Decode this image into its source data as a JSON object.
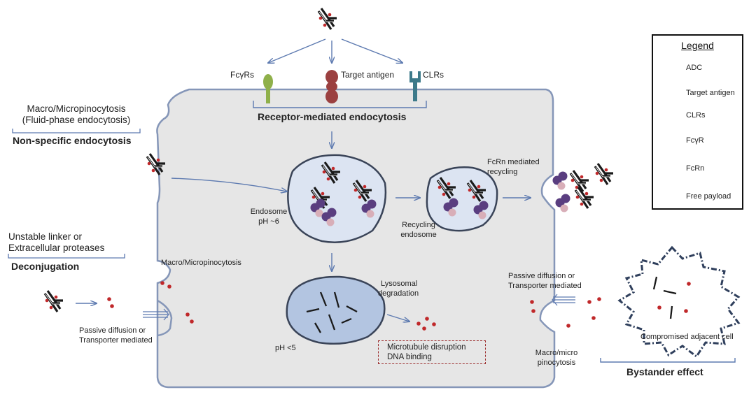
{
  "receptors": {
    "fcgr": "FcγRs",
    "target": "Target antigen",
    "clr": "CLRs"
  },
  "receptor_mediated": "Receptor-mediated endocytosis",
  "nonspecific": {
    "line1": "Macro/Micropinocytosis",
    "line2": "(Fluid-phase endocytosis)",
    "title": "Non-specific endocytosis"
  },
  "deconj": {
    "line1": "Unstable linker or",
    "line2": "Extracellular proteases",
    "title": "Deconjugation"
  },
  "macro_left": "Macro/Micropinocytosis",
  "passive_left": {
    "line1": "Passive diffusion or",
    "line2": "Transporter mediated"
  },
  "endosome": {
    "line1": "Endosome",
    "line2": "pH ~6"
  },
  "recycling": {
    "line1": "Recycling",
    "line2": "endosome"
  },
  "fcrn_mediated": {
    "line1": "FcRn mediated",
    "line2": "recycling"
  },
  "lysosomal": {
    "line1": "Lysosomal",
    "line2": "degradation"
  },
  "ph5": "pH <5",
  "mechanism": {
    "line1": "Microtubule  disruption",
    "line2": "DNA binding"
  },
  "passive_right": {
    "line1": "Passive diffusion or",
    "line2": "Transporter mediated"
  },
  "macro_right": {
    "line1": "Macro/micro",
    "line2": "pinocytosis"
  },
  "compromised": "Compromised  adjacent cell",
  "bystander": "Bystander effect",
  "legend": {
    "title": "Legend",
    "items": [
      {
        "label": "ADC",
        "icon": "adc-icon"
      },
      {
        "label": "Target antigen",
        "icon": "target-antigen-icon"
      },
      {
        "label": "CLRs",
        "icon": "clr-icon"
      },
      {
        "label": "FcγR",
        "icon": "fcgr-icon"
      },
      {
        "label": "FcRn",
        "icon": "fcrn-icon"
      },
      {
        "label": "Free payload",
        "icon": "payload-icon"
      }
    ]
  },
  "colors": {
    "cell_fill": "#e6e6e6",
    "cell_stroke": "#8596b8",
    "vesicle_fill": "#dce4f2",
    "lysosome_fill": "#b3c5e1",
    "arrow": "#5d7ab0",
    "payload": "#c0282a",
    "fcgr": "#8fb04a",
    "target": "#9b4040",
    "clr": "#3d7a8a",
    "fcrn": "#5a3e80",
    "fcrn_light": "#d8aeb8"
  }
}
